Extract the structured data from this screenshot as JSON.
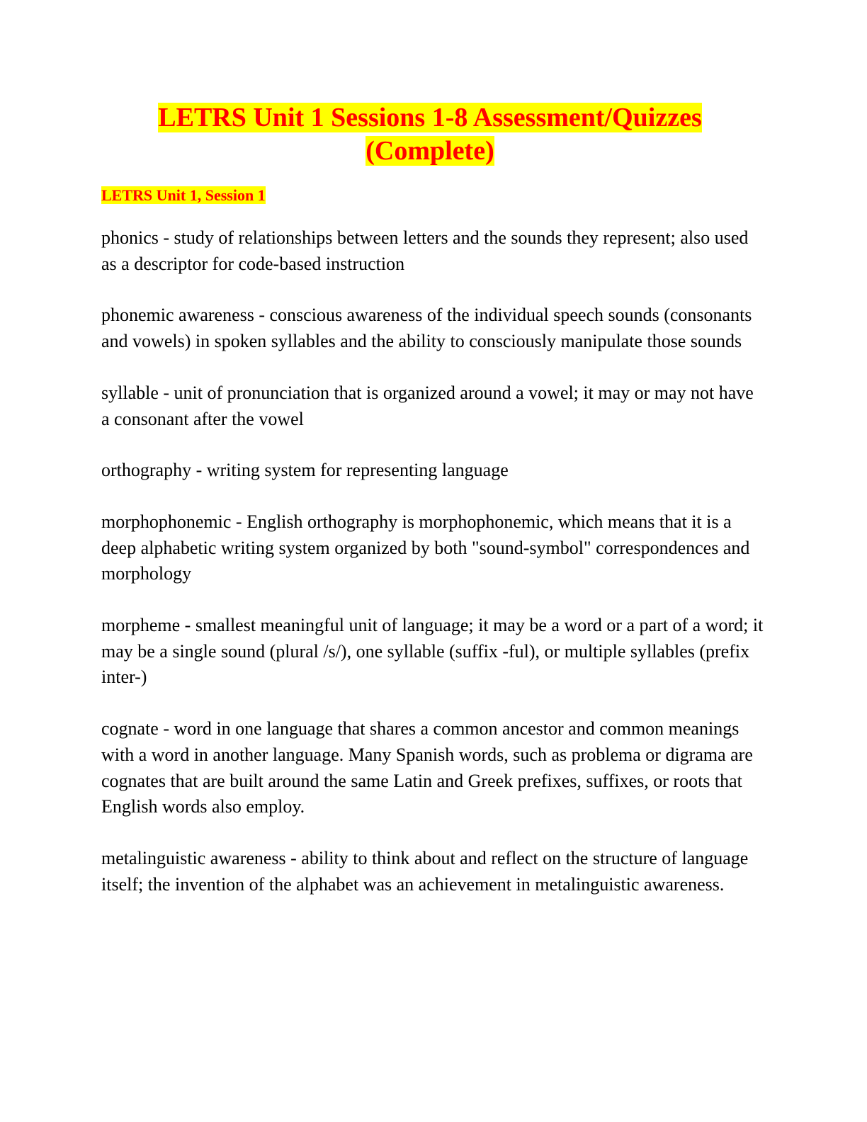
{
  "document": {
    "title": "LETRS Unit 1 Sessions 1-8 Assessment/Quizzes (Complete)",
    "session_heading": "LETRS Unit 1, Session 1",
    "entries": [
      "phonics - study of relationships between letters and the sounds they represent; also used as a descriptor for code-based instruction",
      "phonemic awareness - conscious awareness of the individual speech sounds (consonants and vowels) in spoken syllables and the ability to consciously manipulate those sounds",
      "syllable - unit of pronunciation that is organized around a vowel; it may or may not have a consonant after the vowel",
      "orthography - writing system for representing language",
      "morphophonemic - English orthography is morphophonemic, which means that it is a deep alphabetic writing system organized by both \"sound-symbol\" correspondences and morphology",
      "morpheme - smallest meaningful unit of language; it may be a word or a part of a word; it may be a single sound (plural /s/), one syllable (suffix -ful), or multiple syllables (prefix inter-)",
      "cognate - word in one language that shares a common ancestor and common meanings with a word in another language. Many Spanish words, such as problema or digrama are cognates that are built around the same Latin and Greek prefixes, suffixes, or roots that English words also employ.",
      "metalinguistic awareness - ability to think about and reflect on the structure of language itself; the invention of the alphabet was an achievement in metalinguistic awareness."
    ]
  },
  "colors": {
    "highlight": "#ffff00",
    "heading_text": "#ff0000",
    "body_text": "#000000"
  }
}
